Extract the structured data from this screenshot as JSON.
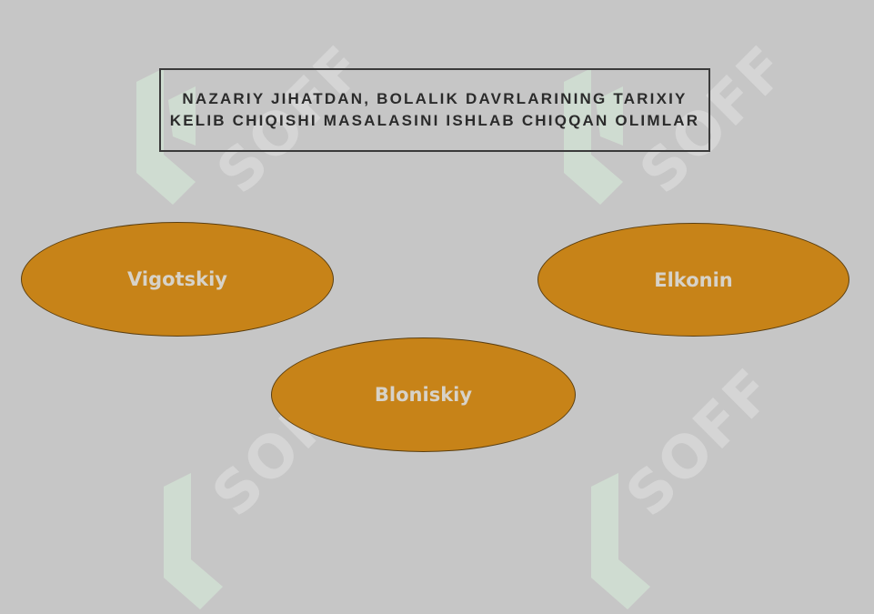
{
  "slide": {
    "title_line1": "NAZARIY JIHATDAN, BOLALIK DAVRLARINING TARIXIY",
    "title_line2": "KELIB CHIQISHI MASALASINI ISHLAB CHIQQAN OLIMLAR"
  },
  "scientists": [
    {
      "name": "Vigotskiy"
    },
    {
      "name": "Elkonin"
    },
    {
      "name": "Bloniskiy"
    }
  ],
  "watermark": {
    "text": "SOFF"
  },
  "colors": {
    "background": "#c6c6c6",
    "ellipse_fill": "#c78318",
    "ellipse_text": "#d7d2c8",
    "title_text": "#2b2b2b",
    "watermark_green": "#cfe8d2"
  }
}
